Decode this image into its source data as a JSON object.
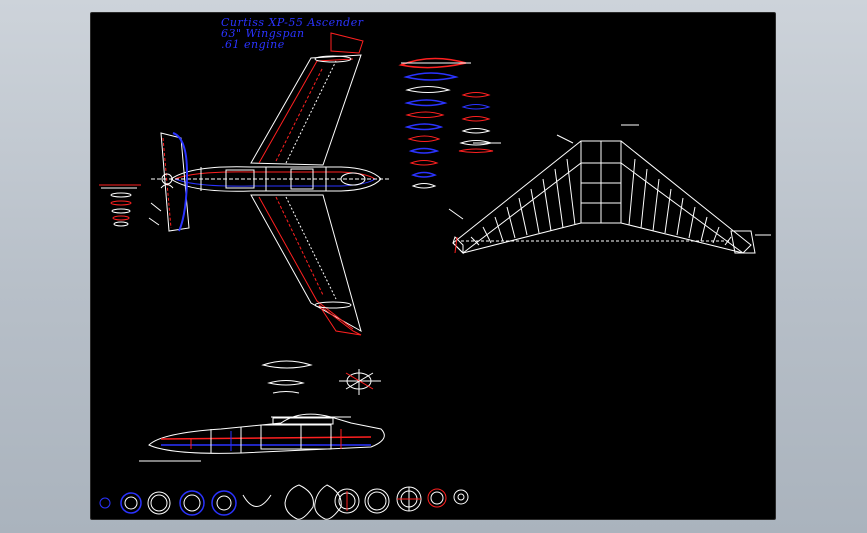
{
  "drawing": {
    "title_lines": [
      "Curtiss XP-55 Ascender",
      "63\" Wingspan",
      ".61 engine"
    ]
  }
}
